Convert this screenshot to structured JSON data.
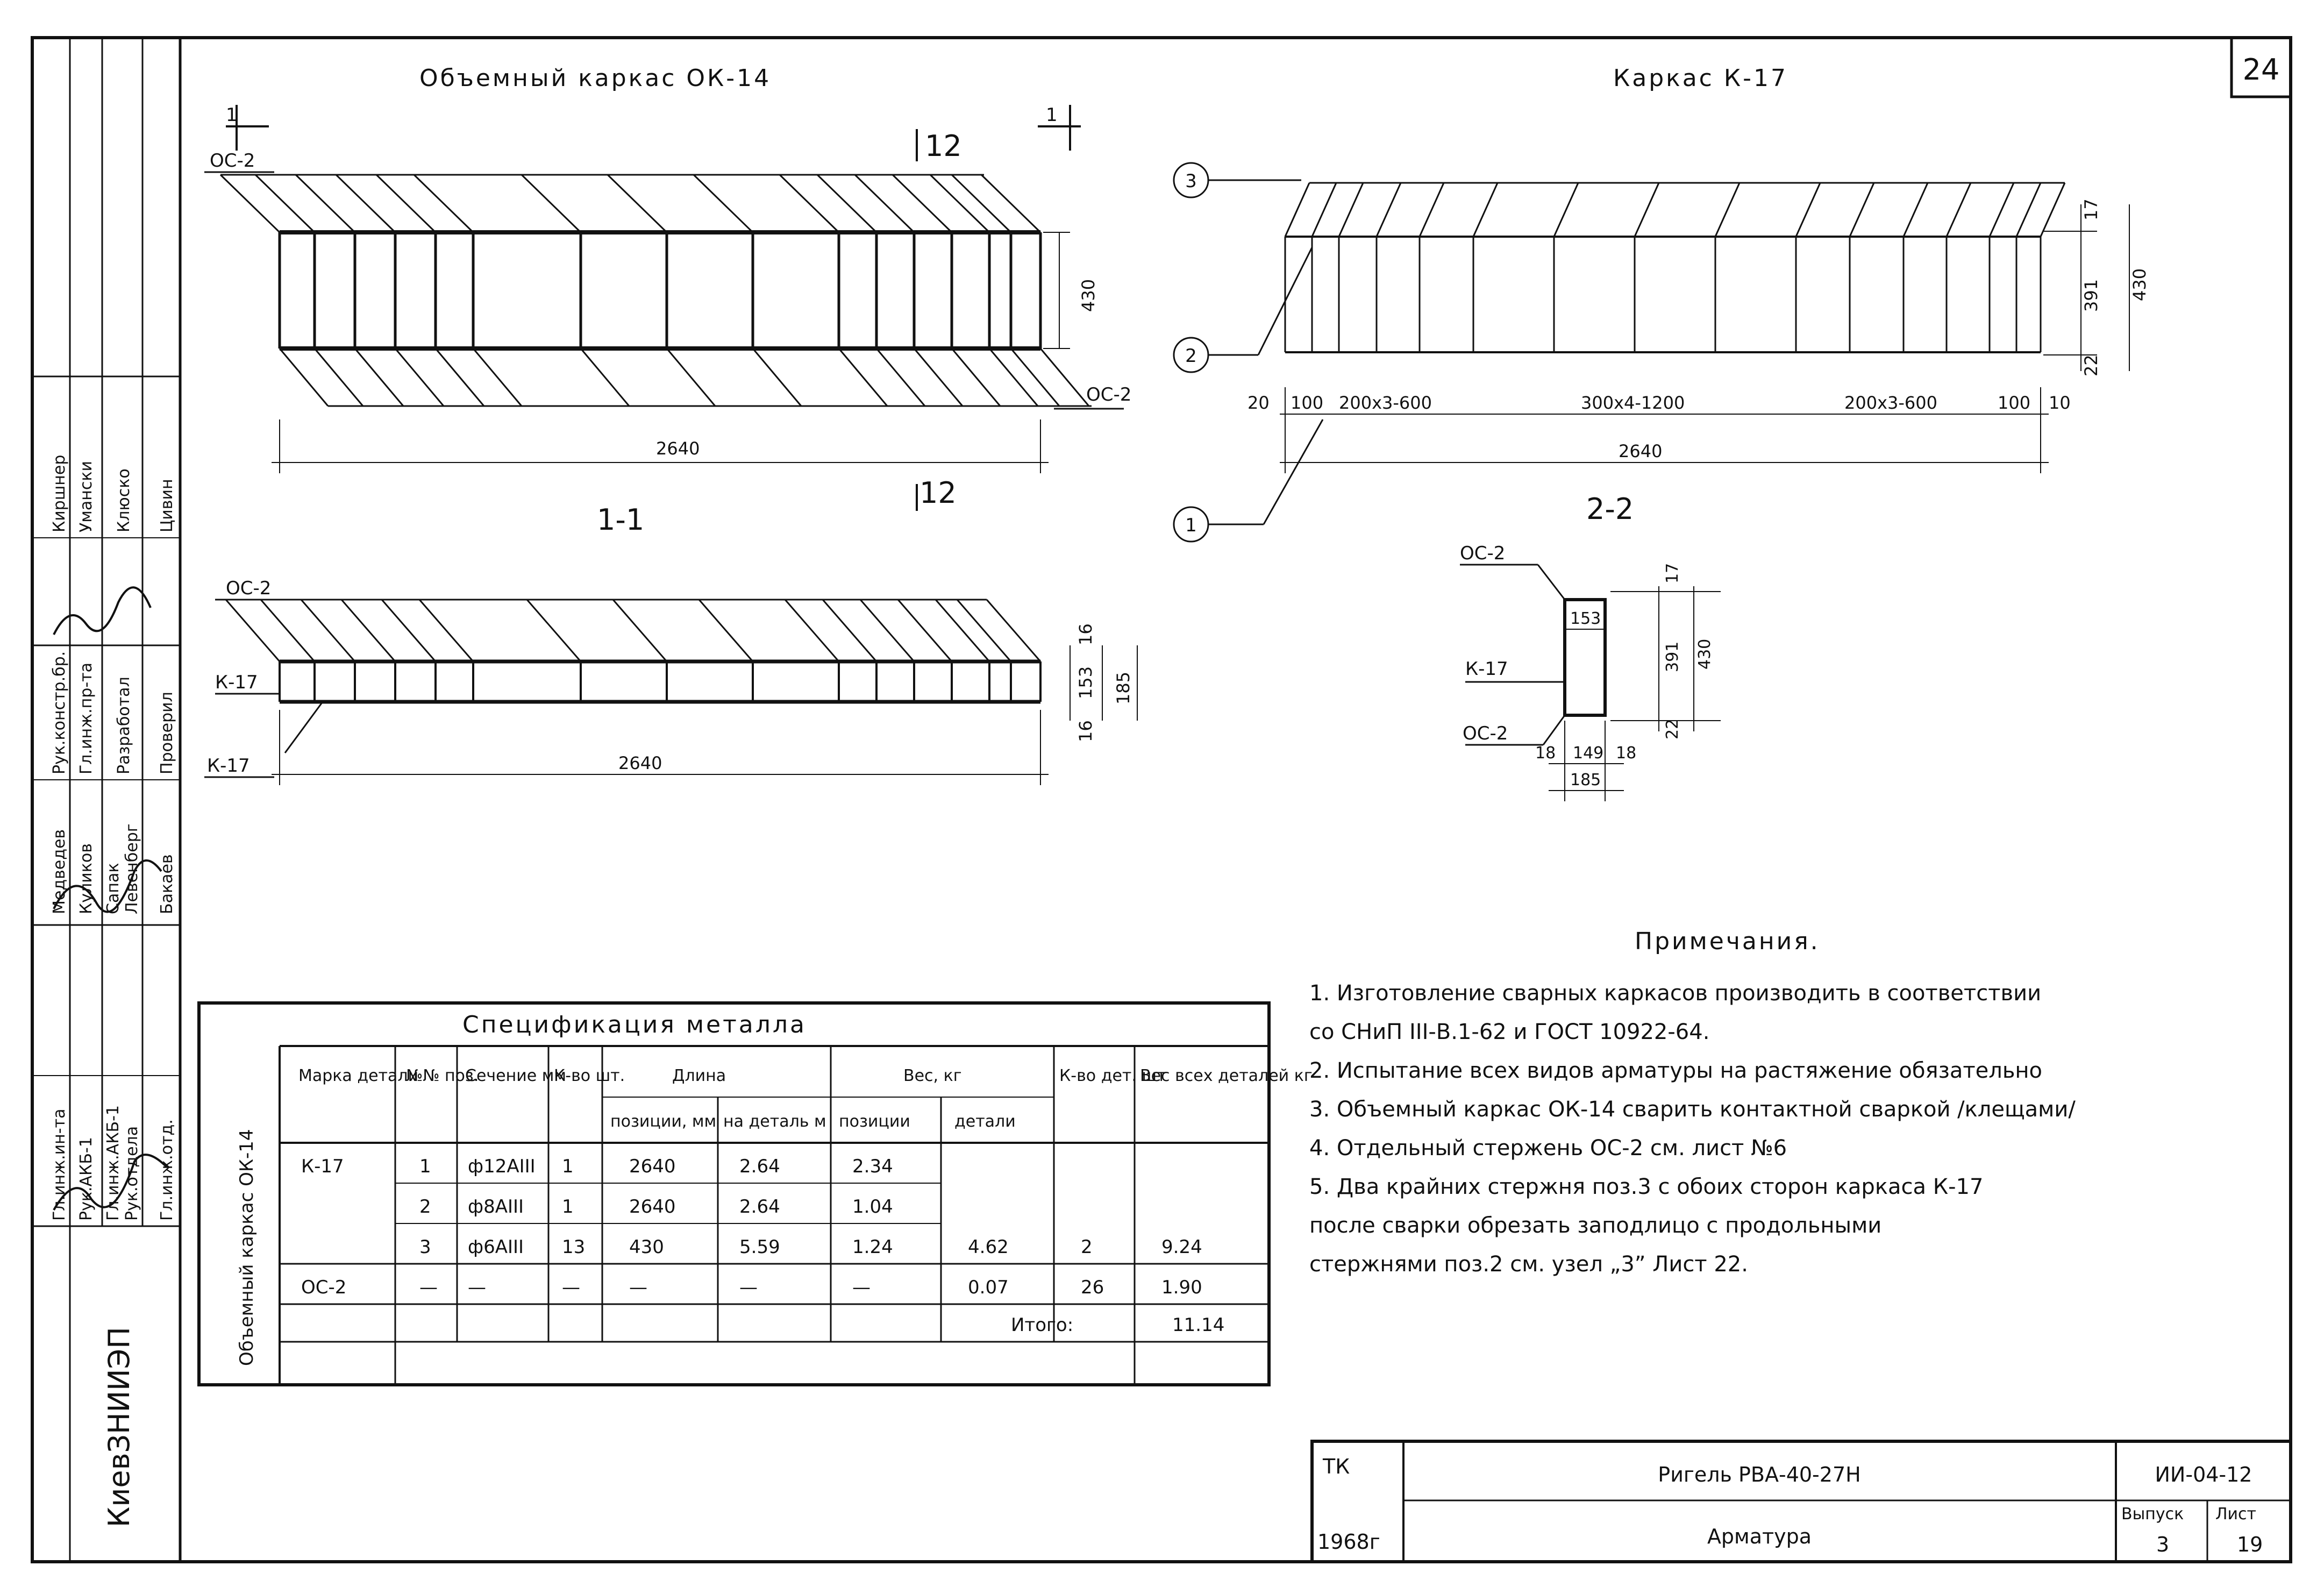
{
  "sheet_number": "24",
  "titles": {
    "volume_cage": "Объемный каркас ОК-14",
    "cage_k": "Каркас К-17",
    "section_11": "1-1",
    "section_22": "2-2"
  },
  "labels": {
    "oc2": "ОС-2",
    "k17": "К-17",
    "cut1": "1",
    "axis12": "12",
    "pos1": "1",
    "pos2": "2",
    "pos3": "3"
  },
  "dims": {
    "len_2640": "2640",
    "h_430": "430",
    "h_391": "391",
    "d_17": "17",
    "d_22": "22",
    "d_16": "16",
    "d_153": "153",
    "d_185": "185",
    "d_18": "18",
    "d_149": "149",
    "d_20": "20",
    "d_100": "100",
    "d_10": "10",
    "seg_a": "200х3-600",
    "seg_b": "300х4-1200",
    "seg_c": "200х3-600"
  },
  "spec_table": {
    "title": "Спецификация металла",
    "side_label": "Объемный каркас ОК-14",
    "headers": {
      "mark": "Марка детали",
      "pos": "№№ поз.",
      "section": "Сечение мм",
      "qty": "К-во шт.",
      "length": "Длина",
      "len_pos": "позиции, мм",
      "len_det": "на деталь м",
      "weight": "Вес, кг",
      "w_pos": "позиции",
      "w_det": "детали",
      "qty_det": "К-во дет. шт",
      "w_all": "Вес всех деталей кг"
    },
    "rows": [
      {
        "mark": "К-17",
        "pos": "1",
        "section": "ф12АIII",
        "qty": "1",
        "len_pos": "2640",
        "len_det": "2.64",
        "w_pos": "2.34",
        "w_det": "",
        "qty_det": "",
        "w_all": ""
      },
      {
        "mark": "",
        "pos": "2",
        "section": "ф8АIII",
        "qty": "1",
        "len_pos": "2640",
        "len_det": "2.64",
        "w_pos": "1.04",
        "w_det": "",
        "qty_det": "",
        "w_all": ""
      },
      {
        "mark": "",
        "pos": "3",
        "section": "ф6АIII",
        "qty": "13",
        "len_pos": "430",
        "len_det": "5.59",
        "w_pos": "1.24",
        "w_det": "4.62",
        "qty_det": "2",
        "w_all": "9.24"
      },
      {
        "mark": "ОС-2",
        "pos": "—",
        "section": "—",
        "qty": "—",
        "len_pos": "—",
        "len_det": "—",
        "w_pos": "—",
        "w_det": "0.07",
        "qty_det": "26",
        "w_all": "1.90"
      }
    ],
    "total_label": "Итого:",
    "total_value": "11.14"
  },
  "notes": {
    "title": "Примечания.",
    "lines": [
      "1. Изготовление сварных каркасов производить в соответствии",
      "со СНиП III-В.1-62 и ГОСТ 10922-64.",
      "2. Испытание всех видов арматуры на растяжение обязательно",
      "3. Объемный каркас ОК-14 сварить контактной сваркой /клещами/",
      "4. Отдельный стержень ОС-2 см. лист №6",
      "5. Два крайних стержня поз.3 с обоих сторон каркаса К-17",
      "после сварки обрезать заподлицо с продольными",
      "стержнями поз.2 см. узел „3” Лист 22."
    ]
  },
  "stamp": {
    "tk": "ТК",
    "year": "1968г",
    "name": "Ригель РВА-40-27Н",
    "subject": "Арматура",
    "code": "ИИ-04-12",
    "issue_label": "Выпуск",
    "issue": "3",
    "sheet_label": "Лист",
    "sheet": "19"
  },
  "side_block": {
    "org": "КиевЗНИИЭП",
    "roles": [
      "Гл.инж.ин-та",
      "Рук.АКБ-1",
      "Гл.инж.АКБ-1",
      "Рук.отдела",
      "Гл.инж.отд."
    ],
    "roles2": [
      "Рук.констр.бр.",
      "Гл.инж.пр-та",
      "Разработал",
      "Проверил"
    ],
    "names": [
      "Медведев",
      "Куликов",
      "Сапак",
      "Левенберг",
      "Бакаев"
    ],
    "names2": [
      "Киршнер",
      "Умански",
      "Клюско",
      "Цивин"
    ]
  }
}
